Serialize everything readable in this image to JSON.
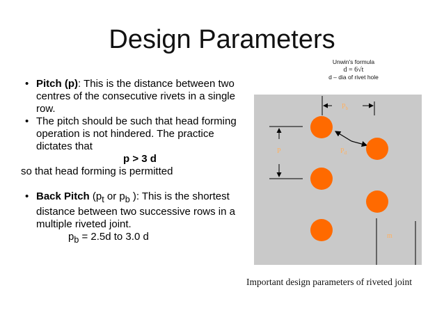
{
  "slide": {
    "title": "Design Parameters",
    "pitch": {
      "term": "Pitch (p)",
      "def1": ": This is the distance between two centres of the consecutive rivets in a single row.",
      "def2": "The pitch should be such that head forming operation is not hindered. The practice dictates that",
      "formula": "p > 3 d",
      "note": "so that head forming is permitted"
    },
    "back_pitch": {
      "term": "Back Pitch",
      "pre": "(p",
      "sub_t": "t",
      "mid": " or p",
      "sub_b": "b",
      "post": " ): This is the shortest distance between two successive rows in a multiple riveted joint.",
      "formula_p": "p",
      "formula_sub": "b",
      "formula_rest": " = 2.5d to 3.0 d"
    },
    "unwin": {
      "heading": "Unwin's formula",
      "formula": "d = 6√t",
      "note": "d – dia of rivet hole"
    },
    "diagram": {
      "label_pb": "P",
      "label_pb_sub": "b",
      "label_p": "P",
      "label_pd": "P",
      "label_pd_sub": "d",
      "label_m": "m",
      "colors": {
        "background": "#c9c9c9",
        "rivet": "#ff6a00",
        "label": "#ffb060"
      }
    },
    "caption": "Important design parameters of riveted joint"
  }
}
